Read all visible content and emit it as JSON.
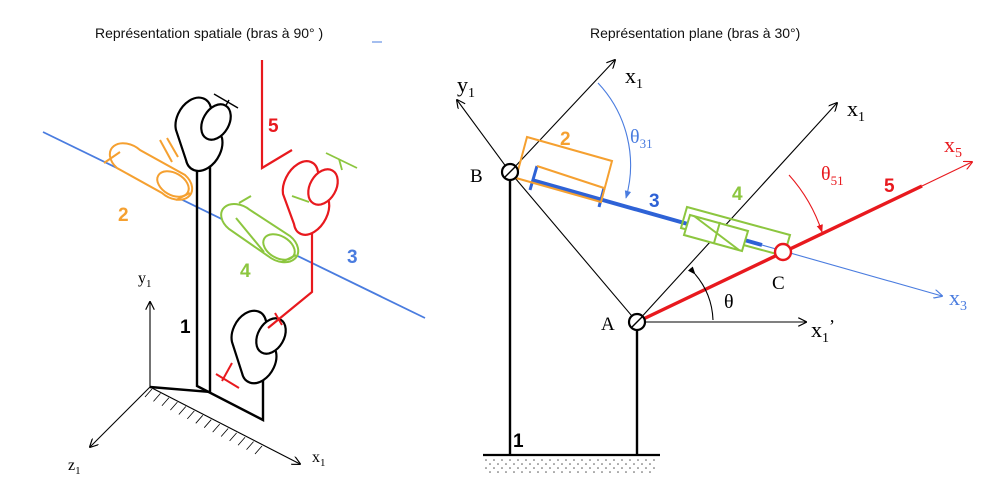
{
  "titles": {
    "left": "Représentation spatiale (bras à 90° )",
    "right": "Représentation plane (bras à 30°)"
  },
  "left": {
    "parts": {
      "p1": "1",
      "p2": "2",
      "p3": "3",
      "p4": "4",
      "p5": "5"
    },
    "axes": {
      "y": "y",
      "y_sub": "1",
      "x": "x",
      "x_sub": "1",
      "z": "z",
      "z_sub": "1"
    }
  },
  "right": {
    "parts": {
      "p1": "1",
      "p2": "2",
      "p3": "3",
      "p4": "4",
      "p5": "5"
    },
    "points": {
      "A": "A",
      "B": "B",
      "C": "C"
    },
    "axes": {
      "y1": "y",
      "y1_sub": "1",
      "x1_top": "x",
      "x1_top_sub": "1",
      "x1_mid": "x",
      "x1_mid_sub": "1",
      "x5": "x",
      "x5_sub": "5",
      "x3": "x",
      "x3_sub": "3",
      "x1p": "x",
      "x1p_sub": "1",
      "x1p_prime": "’"
    },
    "angles": {
      "theta31": "θ",
      "theta31_sub": "31",
      "theta51": "θ",
      "theta51_sub": "51",
      "theta": "θ"
    }
  },
  "colors": {
    "black": "#000000",
    "orange": "#f5a030",
    "blue": "#4a7cdf",
    "green": "#8cc63f",
    "red": "#e8191e"
  }
}
